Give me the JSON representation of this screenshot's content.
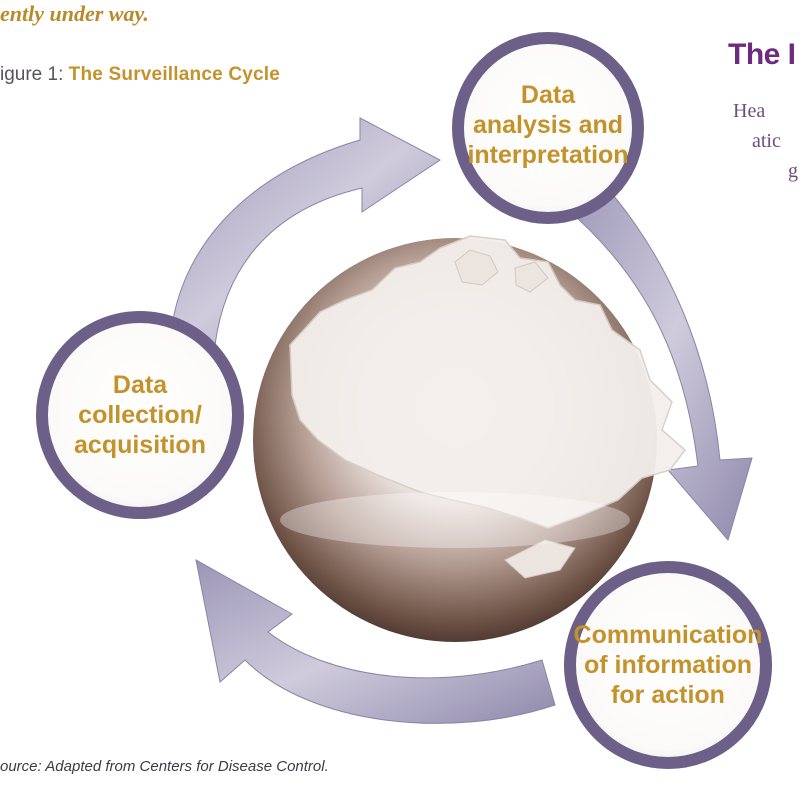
{
  "intro_text": "ently under way.",
  "figure_caption": {
    "prefix": "igure 1: ",
    "title": "The Surveillance Cycle"
  },
  "side_text": {
    "heading": "The I",
    "lines": [
      "Hea",
      "atic",
      "g"
    ]
  },
  "cycle_nodes": [
    {
      "id": "analysis",
      "label": "Data\nanalysis and\ninterpretation"
    },
    {
      "id": "communication",
      "label": "Communication\nof information\nfor action"
    },
    {
      "id": "collection",
      "label": "Data\ncollection/\nacquisition"
    }
  ],
  "source_note": "ource: Adapted from Centers for Disease Control.",
  "colors": {
    "label_gold": "#c4922b",
    "node_ring": "#6c6088",
    "arrow_fill": "#b9b4cc",
    "globe": "#6a4e42",
    "heading_purple": "#6c2b7f"
  }
}
